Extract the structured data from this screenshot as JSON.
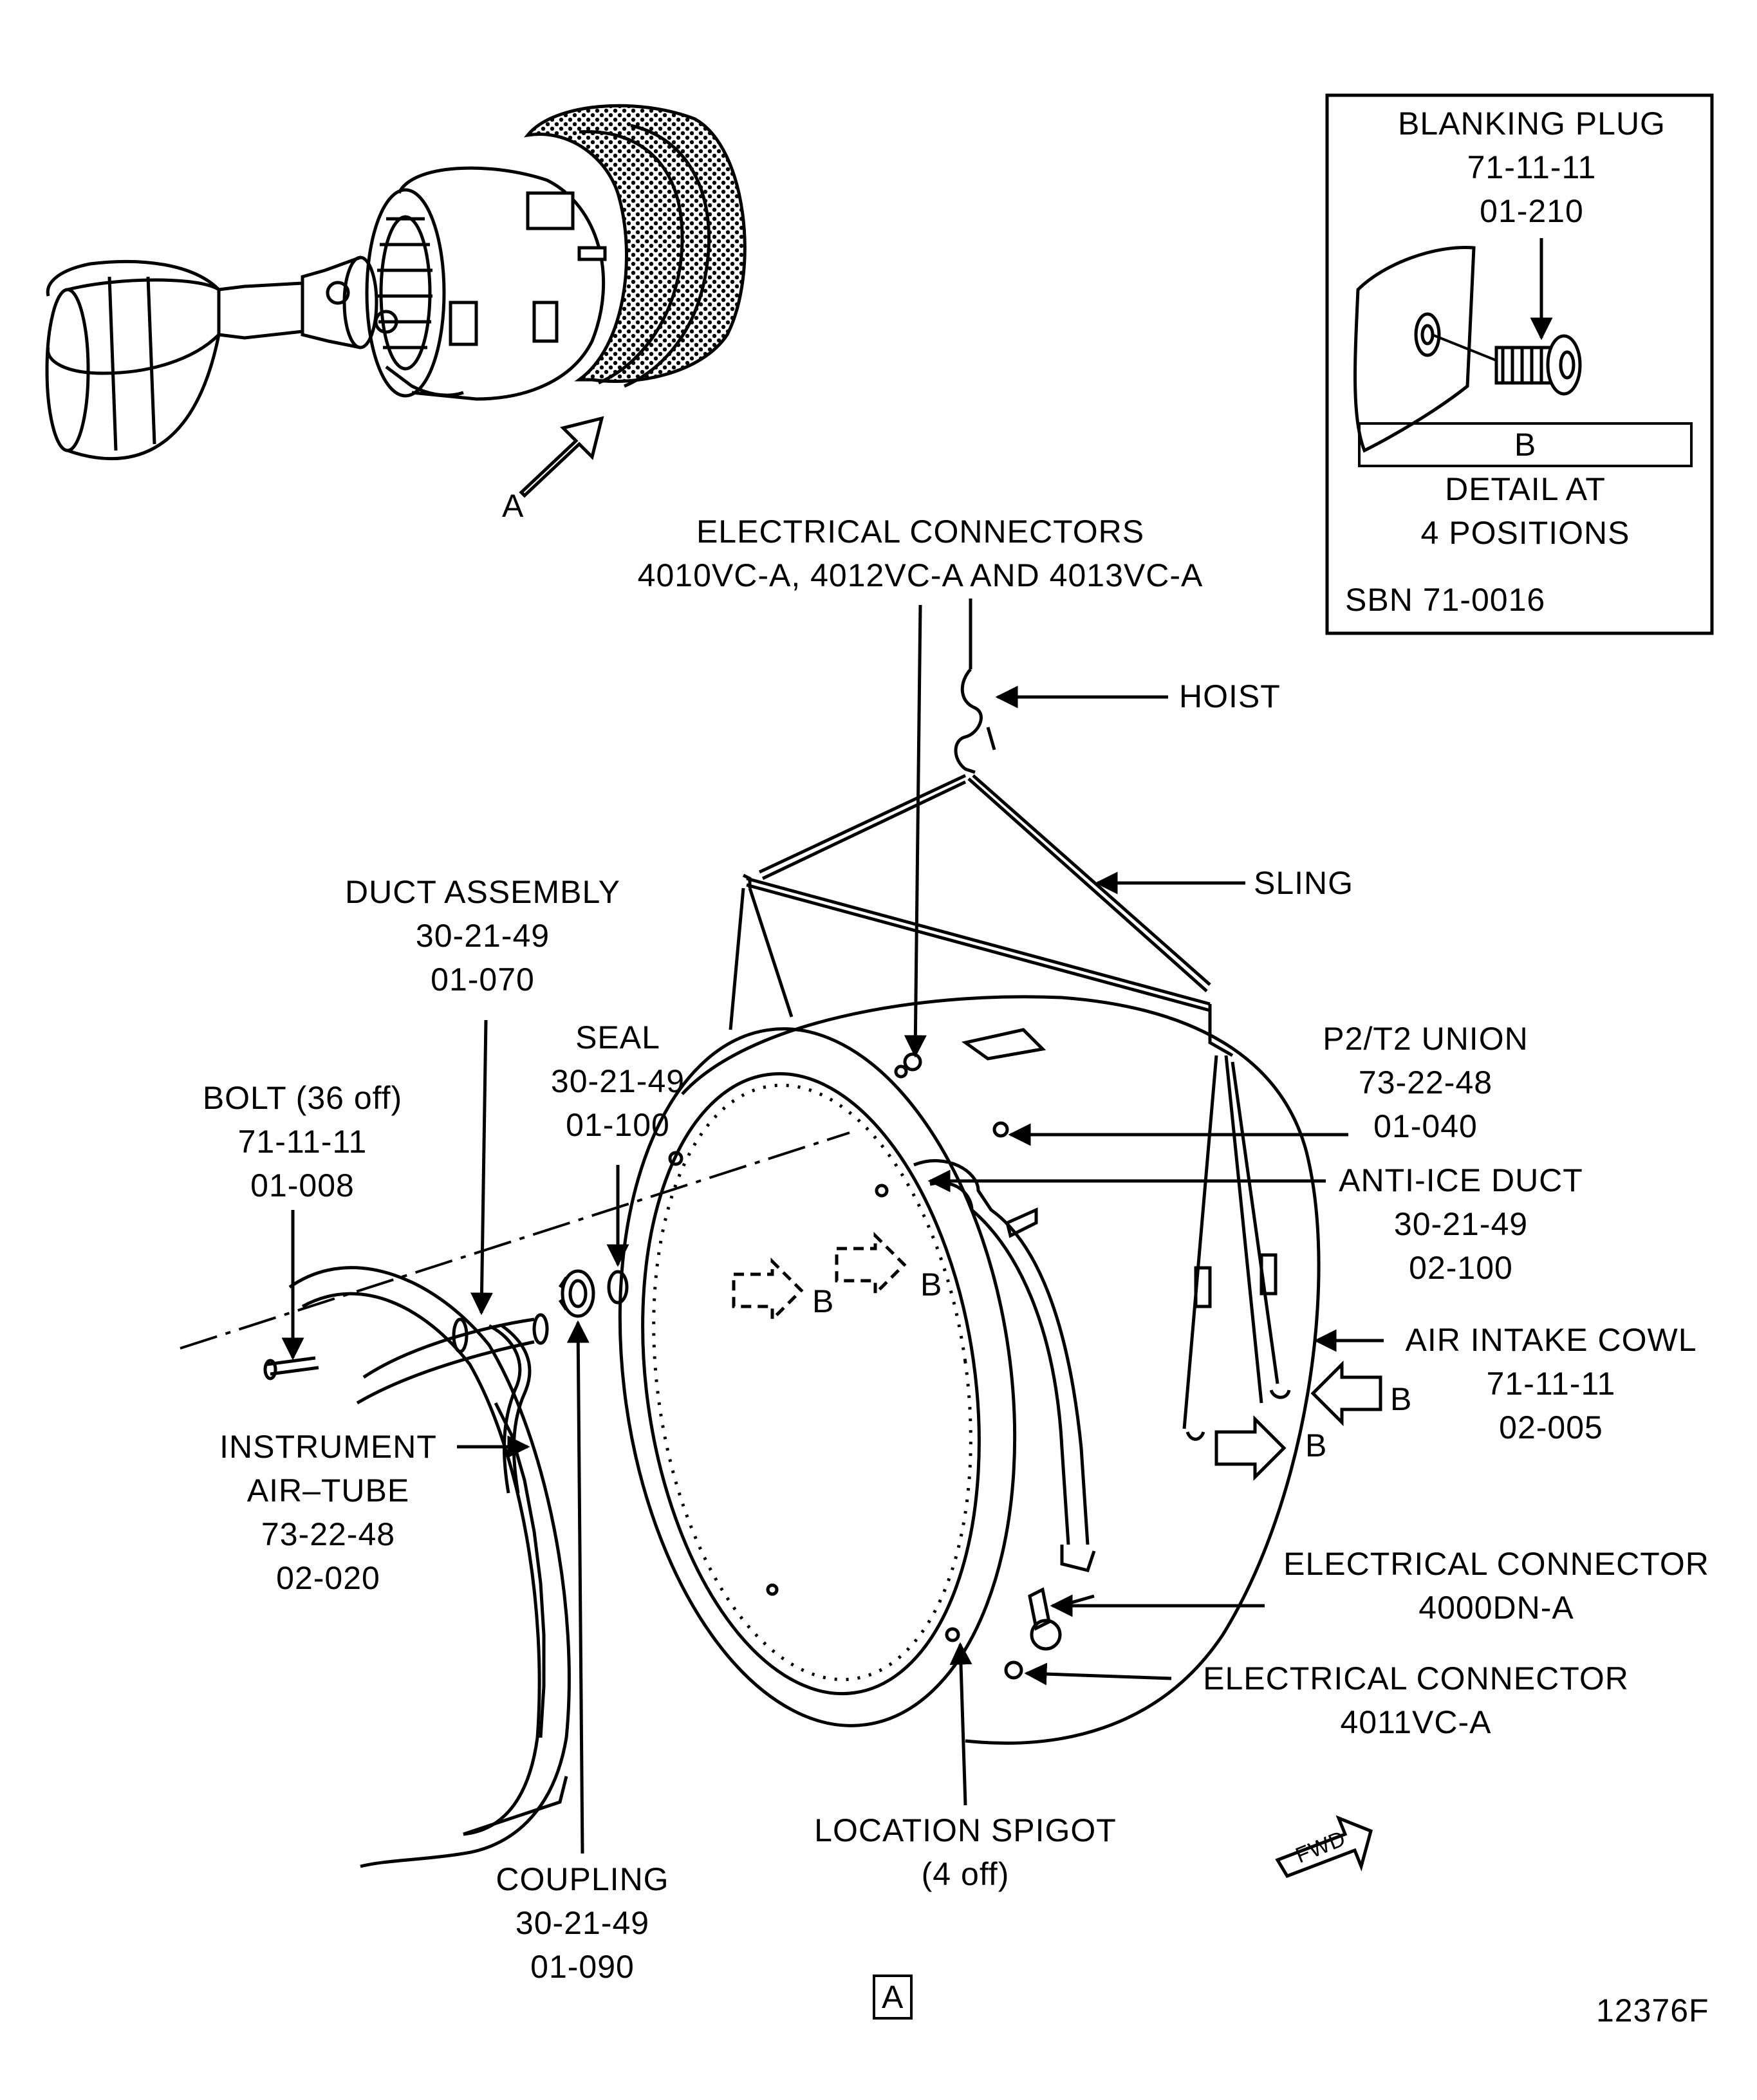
{
  "labels": {
    "view_a_arrow": "A",
    "blanking_plug": {
      "name": "BLANKING PLUG",
      "ref1": "71-11-11",
      "ref2": "01-210"
    },
    "detail_b": {
      "tag": "B",
      "line1": "DETAIL AT",
      "line2": "4 POSITIONS",
      "sbn": "SBN 71-0016"
    },
    "electrical_connectors": {
      "line1": "ELECTRICAL CONNECTORS",
      "line2": "4010VC-A, 4012VC-A AND 4013VC-A"
    },
    "hoist": "HOIST",
    "sling": "SLING",
    "duct_assembly": {
      "name": "DUCT ASSEMBLY",
      "ref1": "30-21-49",
      "ref2": "01-070"
    },
    "seal": {
      "name": "SEAL",
      "ref1": "30-21-49",
      "ref2": "01-100"
    },
    "bolt": {
      "name": "BOLT (36 off)",
      "ref1": "71-11-11",
      "ref2": "01-008"
    },
    "p2t2_union": {
      "name": "P2/T2 UNION",
      "ref1": "73-22-48",
      "ref2": "01-040"
    },
    "anti_ice_duct": {
      "name": "ANTI-ICE DUCT",
      "ref1": "30-21-49",
      "ref2": "02-100"
    },
    "air_intake_cowl": {
      "name": "AIR INTAKE COWL",
      "ref1": "71-11-11",
      "ref2": "02-005"
    },
    "instrument_air_tube": {
      "line1": "INSTRUMENT",
      "line2": "AIR–TUBE",
      "ref1": "73-22-48",
      "ref2": "02-020"
    },
    "electrical_connector_4000": {
      "name": "ELECTRICAL CONNECTOR",
      "ref": "4000DN-A"
    },
    "electrical_connector_4011": {
      "name": "ELECTRICAL CONNECTOR",
      "ref": "4011VC-A"
    },
    "location_spigot": {
      "name": "LOCATION SPIGOT",
      "qty": "(4 off)"
    },
    "coupling": {
      "name": "COUPLING",
      "ref1": "30-21-49",
      "ref2": "01-090"
    },
    "view_tag": "A",
    "b_marker": "B",
    "fwd": "FWD",
    "figure_number": "12376F"
  }
}
